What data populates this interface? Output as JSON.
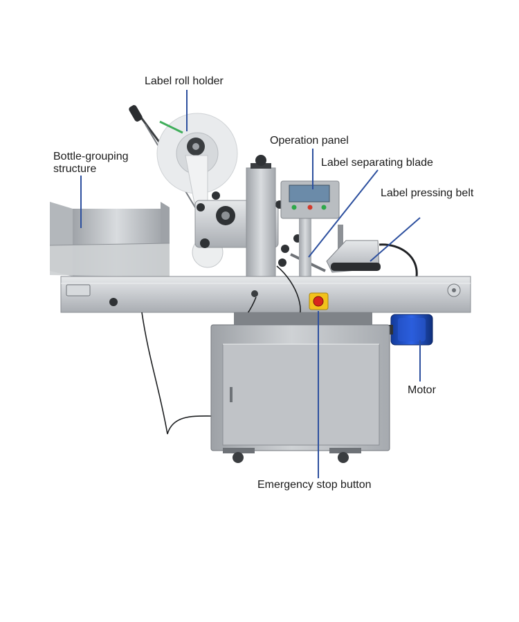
{
  "callouts": {
    "label_roll_holder": "Label roll holder",
    "bottle_grouping_line1": "Bottle-grouping",
    "bottle_grouping_line2": "structure",
    "operation_panel": "Operation panel",
    "label_separating_blade": "Label separating blade",
    "label_pressing_belt": "Label pressing belt",
    "motor": "Motor",
    "emergency_stop_button": "Emergency stop button"
  },
  "colors": {
    "leader_line": "#2c4f9e",
    "stainless": "#c9ccd0",
    "estop_housing": "#f2c21b",
    "estop_button": "#d8261c",
    "motor": "#1d4fd8"
  }
}
